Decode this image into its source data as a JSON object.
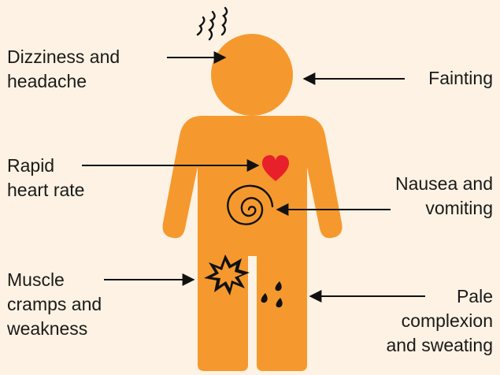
{
  "colors": {
    "background": "#fdf2e3",
    "body": "#f5992e",
    "heart": "#e8202a",
    "ink": "#111111"
  },
  "symptoms": {
    "dizziness": {
      "line1": "Dizziness and",
      "line2": "headache"
    },
    "fainting": {
      "line1": "Fainting"
    },
    "heart_rate": {
      "line1": "Rapid",
      "line2": "heart rate"
    },
    "nausea": {
      "line1": "Nausea and",
      "line2": "vomiting"
    },
    "cramps": {
      "line1": "Muscle",
      "line2": "cramps and",
      "line3": "weakness"
    },
    "pale": {
      "line1": "Pale",
      "line2": "complexion",
      "line3": "and sweating"
    }
  },
  "icons": [
    "dizzy-lines-icon",
    "heart-icon",
    "spiral-icon",
    "burst-icon",
    "sweat-drops-icon"
  ]
}
